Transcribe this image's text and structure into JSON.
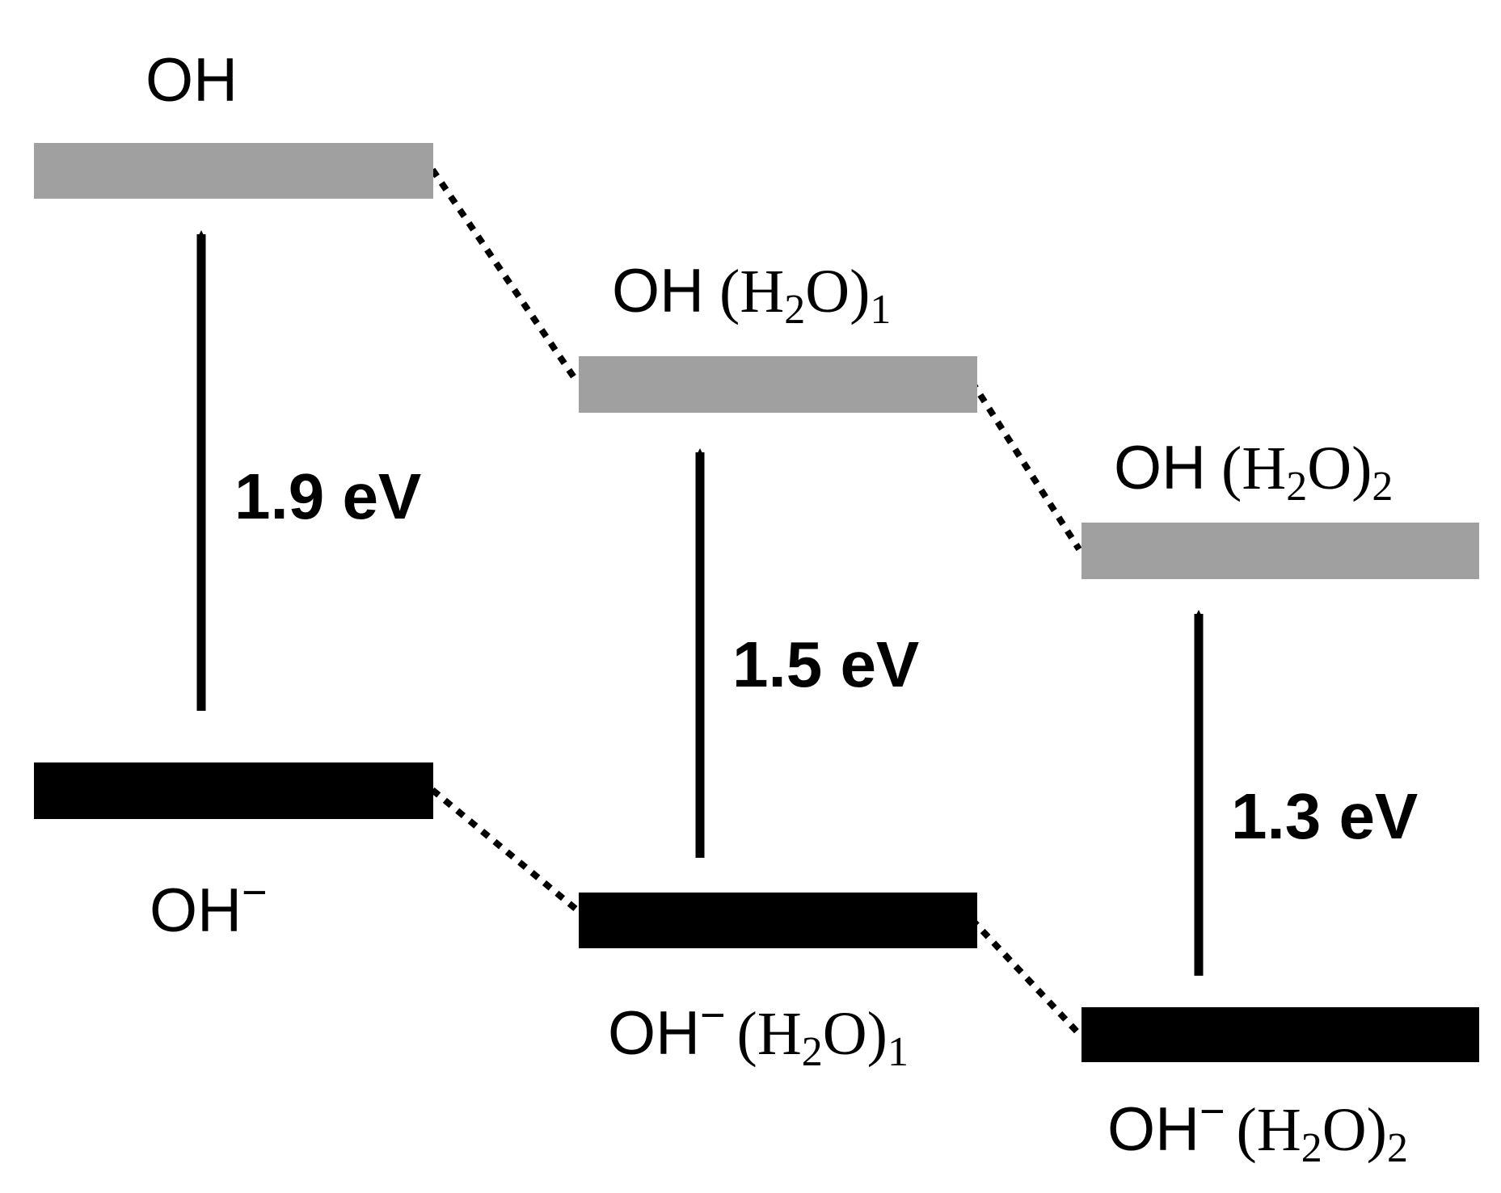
{
  "colors": {
    "neutral_level": "#a0a0a0",
    "anion_level": "#000000",
    "arrow": "#000000",
    "connector": "#000000",
    "background": "#ffffff"
  },
  "labels": {
    "neutral": [
      {
        "base": "OH",
        "paren_open": "",
        "h": "",
        "h_sub": "",
        "o": "",
        "paren_close": "",
        "n_sub": ""
      },
      {
        "base": "OH",
        "paren_open": "(",
        "h": "H",
        "h_sub": "2",
        "o": "O",
        "paren_close": ")",
        "n_sub": "1"
      },
      {
        "base": "OH",
        "paren_open": "(",
        "h": "H",
        "h_sub": "2",
        "o": "O",
        "paren_close": ")",
        "n_sub": "2"
      }
    ],
    "anion": [
      {
        "base": "OH",
        "sup": "−",
        "paren_open": "",
        "h": "",
        "h_sub": "",
        "o": "",
        "paren_close": "",
        "n_sub": ""
      },
      {
        "base": "OH",
        "sup": "−",
        "paren_open": "(",
        "h": "H",
        "h_sub": "2",
        "o": "O",
        "paren_close": ")",
        "n_sub": "1"
      },
      {
        "base": "OH",
        "sup": "−",
        "paren_open": "(",
        "h": "H",
        "h_sub": "2",
        "o": "O",
        "paren_close": ")",
        "n_sub": "2"
      }
    ]
  },
  "transitions": [
    {
      "label": "1.9 eV"
    },
    {
      "label": "1.5 eV"
    },
    {
      "label": "1.3 eV"
    }
  ]
}
